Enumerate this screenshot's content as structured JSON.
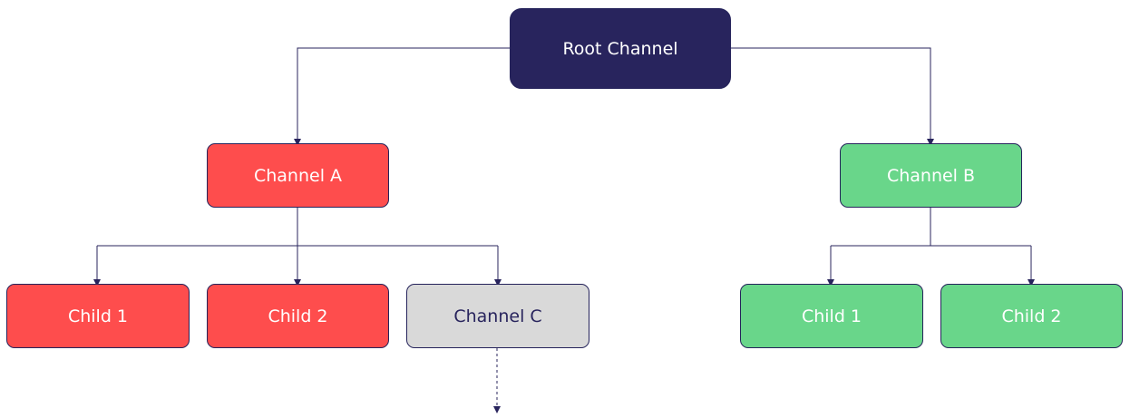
{
  "diagram": {
    "root": {
      "label": "Root Channel"
    },
    "channel_a": {
      "label": "Channel A",
      "children": [
        {
          "label": "Child 1"
        },
        {
          "label": "Child 2"
        },
        {
          "label": "Channel C"
        }
      ]
    },
    "channel_b": {
      "label": "Channel B",
      "children": [
        {
          "label": "Child 1"
        },
        {
          "label": "Child 2"
        }
      ]
    }
  },
  "colors": {
    "root_fill": "#28245d",
    "channel_a_fill": "#fe4d4d",
    "channel_b_fill": "#69d68a",
    "channel_c_fill": "#d9d9d9",
    "connector": "#28245d",
    "text_light": "#ffffff",
    "text_dark": "#28245d"
  }
}
